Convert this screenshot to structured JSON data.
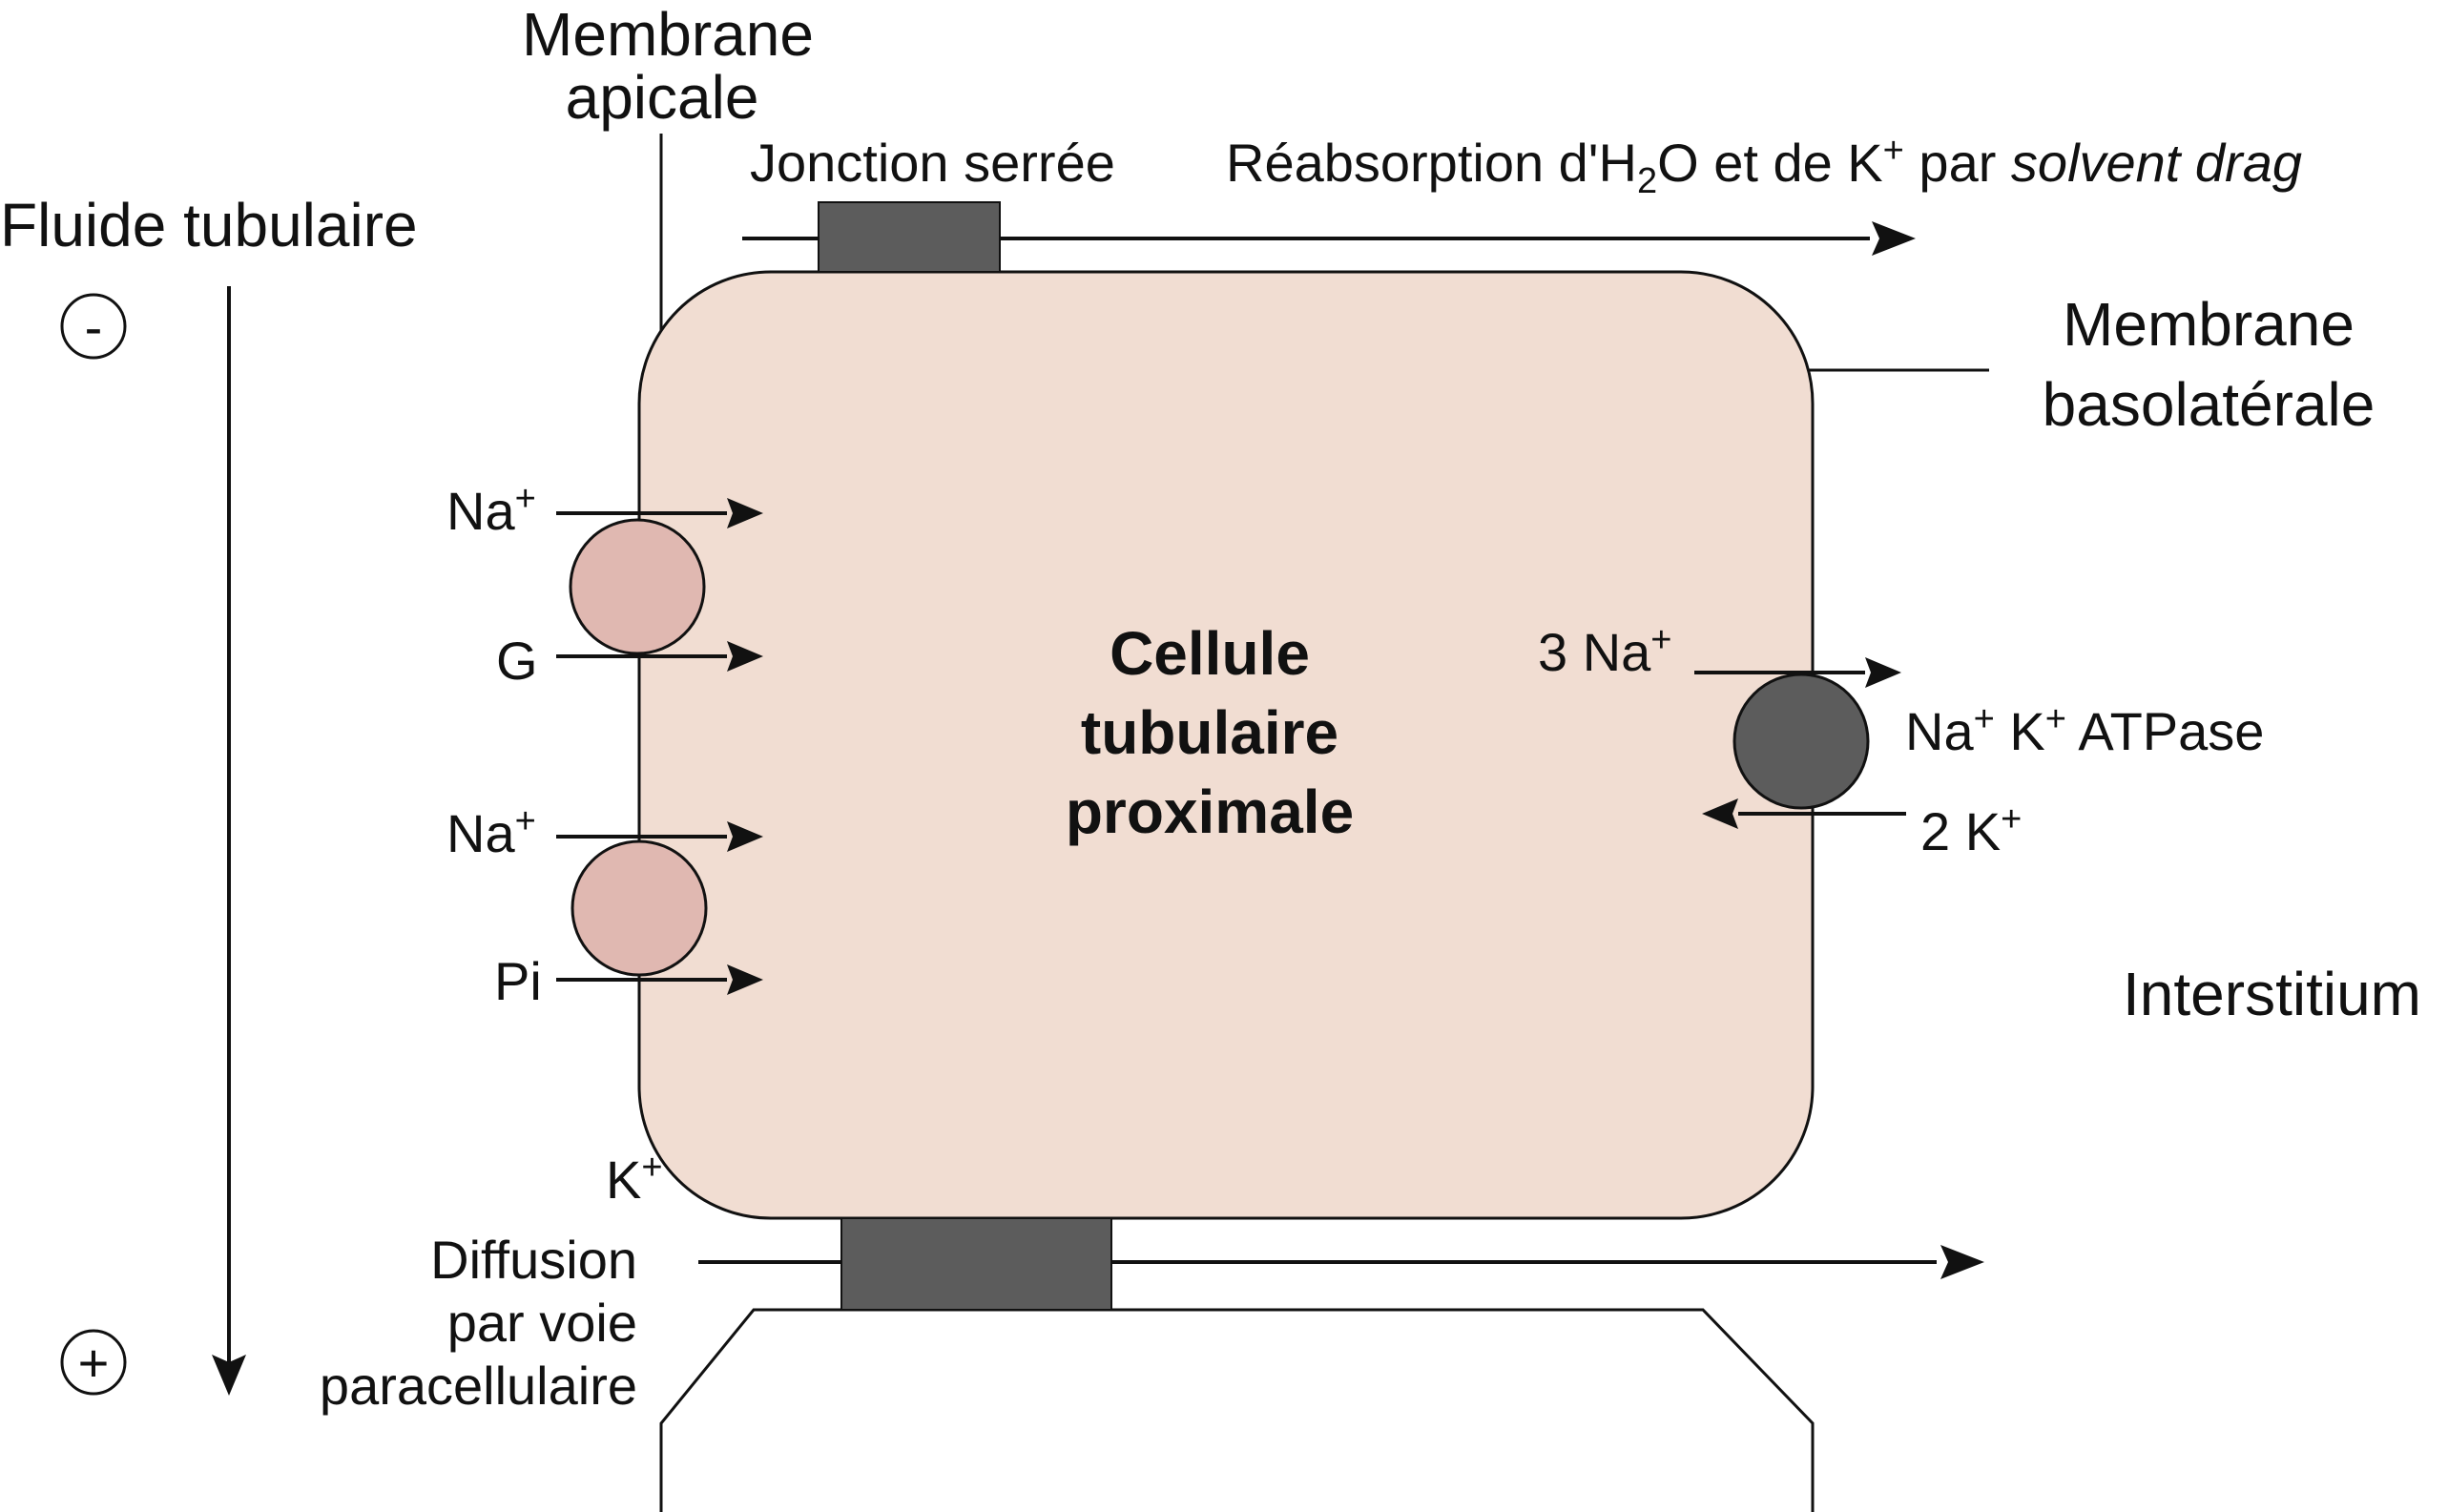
{
  "colors": {
    "cell_fill": "#f1ddd2",
    "symporter_fill": "#e0b8b1",
    "pump_fill": "#5c5c5c",
    "junction_fill": "#5c5c5c",
    "stroke": "#111111"
  },
  "labels": {
    "membrane_apicale_line1": "Membrane",
    "membrane_apicale_line2": "apicale",
    "fluide_tubulaire": "Fluide tubulaire",
    "minus_sign": "-",
    "plus_sign": "+",
    "jonction_serree": "Jonction serrée",
    "reabsorption_prefix": "Réabsorption d'H",
    "reabsorption_sub": "2",
    "reabsorption_mid": "O et de K",
    "reabsorption_sup": "+",
    "reabsorption_par": " par ",
    "reabsorption_italic": "solvent drag",
    "membrane_baso_line1": "Membrane",
    "membrane_baso_line2": "basolatérale",
    "na1": "Na",
    "na1_sup": "+",
    "g": "G",
    "na2": "Na",
    "na2_sup": "+",
    "pi": "Pi",
    "cell_line1": "Cellule",
    "cell_line2": "tubulaire",
    "cell_line3": "proximale",
    "three_na": "3 Na",
    "three_na_sup": "+",
    "pump_na": "Na",
    "pump_na_sup": "+",
    "pump_k": " K",
    "pump_k_sup": "+",
    "pump_atpase": " ATPase",
    "two_k": "2 K",
    "two_k_sup": "+",
    "interstitium": "Interstitium",
    "k_plus": "K",
    "k_plus_sup": "+",
    "diffusion_line1": "Diffusion",
    "diffusion_line2": "par voie",
    "diffusion_line3": "paracellulaire"
  }
}
